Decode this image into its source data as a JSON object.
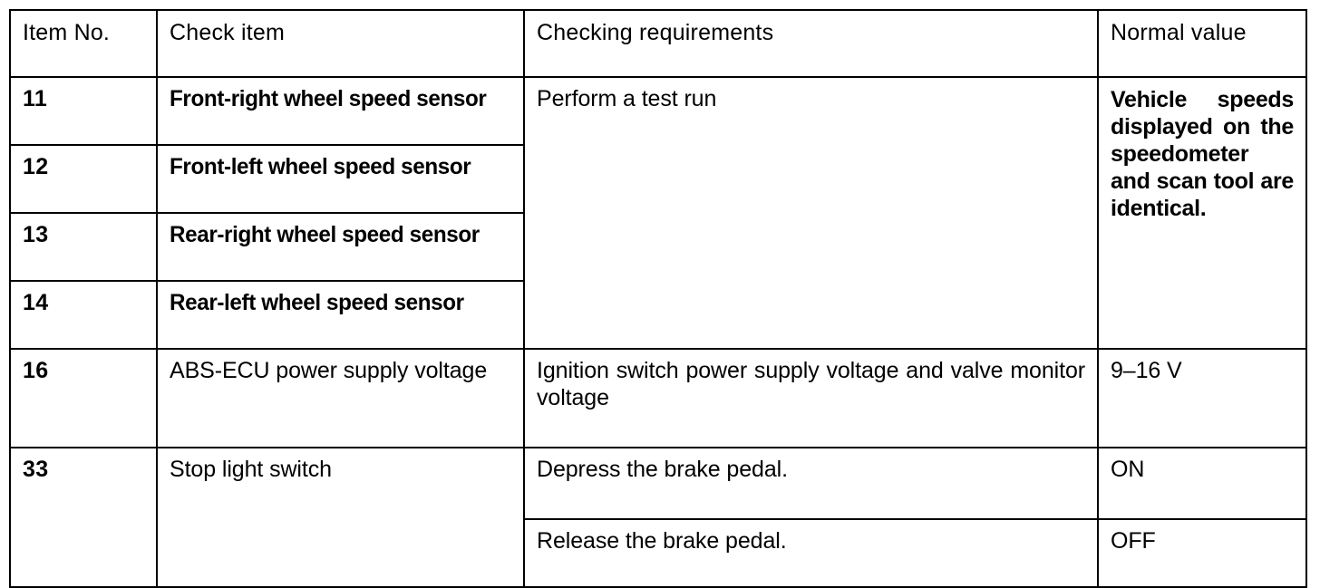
{
  "document": {
    "type": "service-manual-table",
    "title": "ABS diagnostic check item table"
  },
  "table": {
    "columns": [
      {
        "key": "item_no",
        "label": "Item No."
      },
      {
        "key": "check_item",
        "label": "Check item"
      },
      {
        "key": "checking_requirements",
        "label": "Checking requirements"
      },
      {
        "key": "normal_value",
        "label": "Normal value"
      }
    ],
    "rows": [
      {
        "item_no": "11",
        "check_item": "Front-right wheel speed sensor",
        "checking_requirements": "Perform a test run",
        "normal_value": "Vehicle speeds displayed on the speedometer and scan tool are identical."
      },
      {
        "item_no": "12",
        "check_item": "Front-left wheel speed sensor",
        "checking_requirements": "",
        "normal_value": ""
      },
      {
        "item_no": "13",
        "check_item": "Rear-right wheel speed sensor",
        "checking_requirements": "",
        "normal_value": ""
      },
      {
        "item_no": "14",
        "check_item": "Rear-left wheel speed sensor",
        "checking_requirements": "",
        "normal_value": ""
      },
      {
        "item_no": "16",
        "check_item": "ABS-ECU power supply voltage",
        "checking_requirements": "Ignition switch power supply voltage and valve monitor voltage",
        "normal_value": "9–16 V"
      },
      {
        "item_no": "33",
        "check_item": "Stop light switch",
        "checking_requirements": "Depress the brake pedal.",
        "normal_value": "ON"
      },
      {
        "item_no": "",
        "check_item": "",
        "checking_requirements": "Release the brake pedal.",
        "normal_value": "OFF"
      }
    ]
  },
  "colors": {
    "ink": "#000000",
    "paper": "#ffffff"
  }
}
